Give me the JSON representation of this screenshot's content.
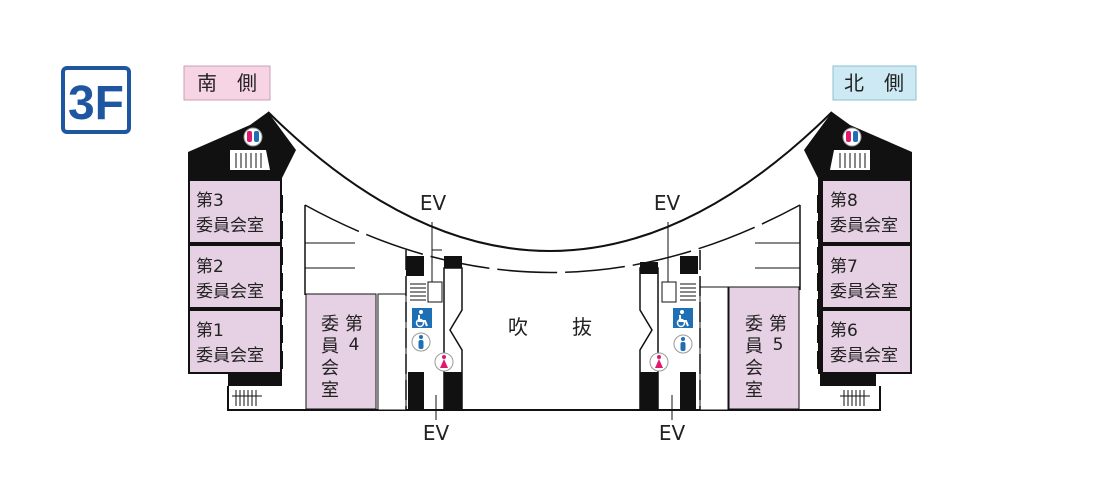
{
  "floor": {
    "label": "3F",
    "color": "#1f56a0"
  },
  "sides": {
    "south": {
      "label": "南　側",
      "fill": "#f7d4e3",
      "stroke": "#c9a0b3"
    },
    "north": {
      "label": "北　側",
      "fill": "#cde9f3",
      "stroke": "#8ebfd2"
    }
  },
  "rooms": {
    "r3": {
      "line1": "第3",
      "line2": "委員会室"
    },
    "r2": {
      "line1": "第2",
      "line2": "委員会室"
    },
    "r1": {
      "line1": "第1",
      "line2": "委員会室"
    },
    "r4": {
      "line1": "第",
      "num": "4",
      "line2": "委員会室"
    },
    "r5": {
      "line1": "第",
      "num": "5",
      "line2": "委員会室"
    },
    "r8": {
      "line1": "第8",
      "line2": "委員会室"
    },
    "r7": {
      "line1": "第7",
      "line2": "委員会室"
    },
    "r6": {
      "line1": "第6",
      "line2": "委員会室"
    }
  },
  "atrium": {
    "label1": "吹",
    "label2": "抜"
  },
  "ev": {
    "label": "EV"
  },
  "icons": [
    "restroom-icon",
    "accessible-toilet-icon",
    "mens-toilet-icon",
    "womens-toilet-icon",
    "stairs-icon"
  ],
  "colors": {
    "room_fill": "#e6d0e3",
    "wall": "#111111",
    "pink_icon": "#e0196f",
    "blue_icon": "#1f6fb5"
  }
}
